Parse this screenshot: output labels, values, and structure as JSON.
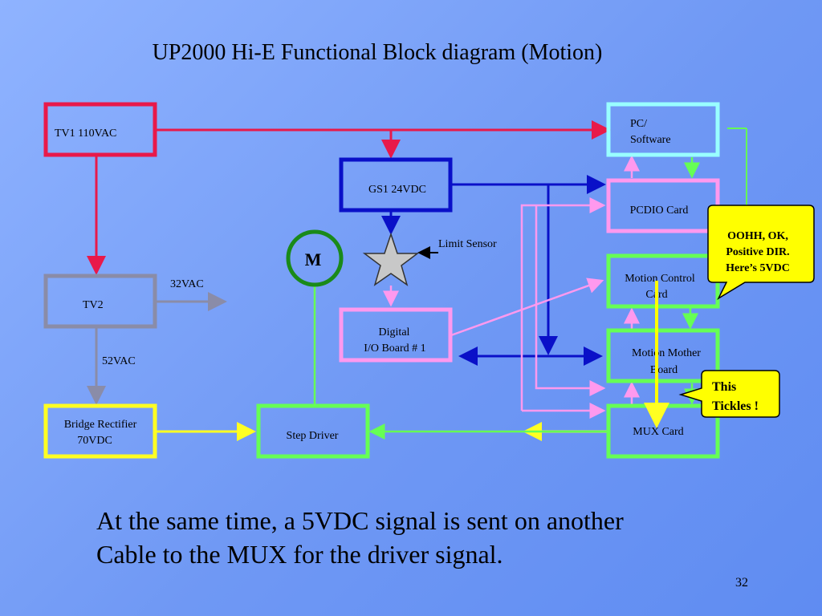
{
  "title": "UP2000 Hi-E Functional Block diagram (Motion)",
  "blocks": {
    "tv1": "TV1 110VAC",
    "tv2": "TV2",
    "bridge_rectifier": [
      "Bridge Rectifier",
      "70VDC"
    ],
    "gs1": "GS1 24VDC",
    "digital_io": [
      "Digital",
      "I/O Board # 1"
    ],
    "step_driver": "Step Driver",
    "pc_software": [
      "PC/",
      "Software"
    ],
    "pcdio_card": "PCDIO Card",
    "motion_control_card": [
      "Motion Control",
      "Card"
    ],
    "motion_mother_board": [
      "Motion Mother",
      "Board"
    ],
    "mux_card": "MUX Card",
    "motor": "M"
  },
  "labels": {
    "vac32": "32VAC",
    "vac52": "52VAC",
    "limit_sensor": "Limit Sensor"
  },
  "callouts": {
    "oohh": [
      "OOHH, OK,",
      "Positive DIR.",
      "Here’s 5VDC"
    ],
    "tickles": [
      "This",
      "Tickles !"
    ]
  },
  "body_text": [
    "At the same time, a 5VDC signal is sent on another",
    "Cable to the MUX for the driver signal."
  ],
  "page_number": "32",
  "colors": {
    "background": "#7aa0f6",
    "power_red": "#e8194a",
    "tv2_gray": "#8a8ca8",
    "rectifier_yellow": "#ffff22",
    "gs1_blue": "#0a10c8",
    "dio_pink": "#ff99ee",
    "green": "#66ff55",
    "pc_cyan": "#99ffff",
    "motor_green": "#1a8a1a",
    "callout_yellow": "#ffff00"
  }
}
